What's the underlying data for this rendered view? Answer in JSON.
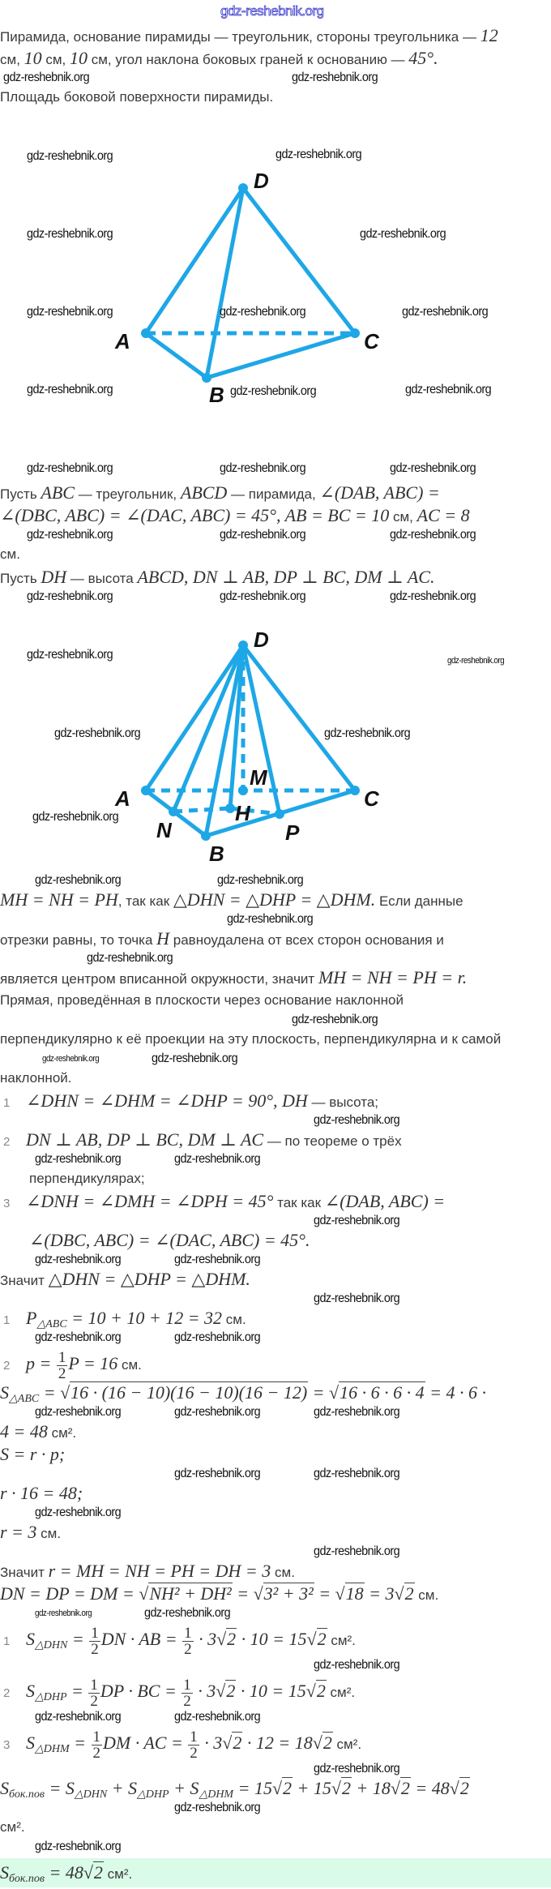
{
  "site_logo": "gdz-reshebnik.org",
  "watermark": "gdz-reshebnik.org",
  "accent_color": "#1ea7e6",
  "answer_bg": "#d9fbe8",
  "diagram1": {
    "labels": {
      "A": "A",
      "B": "B",
      "C": "C",
      "D": "D"
    }
  },
  "diagram2": {
    "labels": {
      "A": "A",
      "B": "B",
      "C": "C",
      "D": "D",
      "M": "M",
      "H": "H",
      "N": "N",
      "P": "P"
    }
  },
  "lines": [
    [
      [
        "t",
        "Пирамида, основание пирамиды — треугольник, стороны треугольника — "
      ],
      [
        "m",
        "12"
      ]
    ],
    [
      [
        "t",
        "см, "
      ],
      [
        "m",
        "10"
      ],
      [
        "t",
        " см, "
      ],
      [
        "m",
        "10"
      ],
      [
        "t",
        " см, угол наклона боковых граней к основанию — "
      ],
      [
        "m",
        "45°."
      ]
    ],
    [
      [
        "t",
        "Площадь боковой поверхности пирамиды."
      ]
    ],
    [
      [
        "t",
        "Пусть "
      ],
      [
        "m",
        "ABC"
      ],
      [
        "t",
        " — треугольник, "
      ],
      [
        "m",
        "ABCD"
      ],
      [
        "t",
        " — пирамида, "
      ],
      [
        "m",
        "∠(DAB, ABC) ="
      ]
    ],
    [
      [
        "m",
        "∠(DBC, ABC) = ∠(DAC, ABC) = 45°, AB = BC = 10"
      ],
      [
        "t",
        " см, "
      ],
      [
        "m",
        "AC = 8"
      ]
    ],
    [
      [
        "t",
        "см."
      ]
    ],
    [
      [
        "t",
        "Пусть "
      ],
      [
        "m",
        "DH"
      ],
      [
        "t",
        " — высота "
      ],
      [
        "m",
        "ABCD, DN ⊥ AB, DP ⊥ BC, DM ⊥ AC."
      ]
    ],
    [
      [
        "m",
        "MH = NH = PH"
      ],
      [
        "t",
        ", так как "
      ],
      [
        "m",
        "△DHN = △DHP = △DHM."
      ],
      [
        "t",
        " Если данные"
      ]
    ],
    [
      [
        "t",
        "отрезки равны, то точка "
      ],
      [
        "m",
        "H"
      ],
      [
        "t",
        " равноудалена от всех сторон основания и"
      ]
    ],
    [
      [
        "t",
        "является центром вписанной окружности, значит "
      ],
      [
        "m",
        "MH = NH = PH = r."
      ]
    ],
    [
      [
        "t",
        "Прямая, проведённая в плоскости через основание наклонной"
      ]
    ],
    [
      [
        "t",
        "перпендикулярно к её проекции на эту плоскость, перпендикулярна и к самой"
      ]
    ],
    [
      [
        "t",
        "наклонной."
      ]
    ],
    [
      [
        "num",
        "1"
      ],
      [
        "m",
        "∠DHN = ∠DHM = ∠DHP = 90°, DH"
      ],
      [
        "t",
        " — высота;"
      ]
    ],
    [
      [
        "num",
        "2"
      ],
      [
        "m",
        "DN ⊥ AB, DP ⊥ BC, DM ⊥ AC"
      ],
      [
        "t",
        " — по теореме о трёх"
      ]
    ],
    [
      [
        "t",
        "перпендикулярах;"
      ]
    ],
    [
      [
        "num",
        "3"
      ],
      [
        "m",
        "∠DNH = ∠DMH = ∠DPH = 45°"
      ],
      [
        "t",
        " так как "
      ],
      [
        "m",
        "∠(DAB, ABC) ="
      ]
    ],
    [
      [
        "m",
        "∠(DBC, ABC) = ∠(DAC, ABC) = 45°."
      ]
    ],
    [
      [
        "t",
        "Значит "
      ],
      [
        "m",
        "△DHN = △DHP = △DHM."
      ]
    ],
    [
      [
        "num",
        "1"
      ],
      [
        "m",
        "P"
      ],
      [
        "sub",
        "△ABC"
      ],
      [
        "m",
        " = 10 + 10 + 12 = 32"
      ],
      [
        "t",
        " см."
      ]
    ],
    [
      [
        "num",
        "2"
      ],
      [
        "m",
        "p = "
      ],
      [
        "frac",
        "1",
        "2"
      ],
      [
        "m",
        "P = 16"
      ],
      [
        "t",
        " см."
      ]
    ],
    [
      [
        "m",
        "S"
      ],
      [
        "sub",
        "△ABC"
      ],
      [
        "m",
        " = "
      ],
      [
        "sqrt",
        "16 · (16 − 10)(16 − 10)(16 − 12)"
      ],
      [
        "m",
        " = "
      ],
      [
        "sqrt",
        "16 · 6 · 6 · 4"
      ],
      [
        "m",
        " = 4 · 6 ·"
      ]
    ],
    [
      [
        "m",
        "4 = 48"
      ],
      [
        "t",
        " см²."
      ]
    ],
    [
      [
        "m",
        "S = r · p;"
      ]
    ],
    [
      [
        "m",
        "r · 16 = 48;"
      ]
    ],
    [
      [
        "m",
        "r = 3"
      ],
      [
        "t",
        " см."
      ]
    ],
    [
      [
        "t",
        "Значит "
      ],
      [
        "m",
        "r = MH = NH = PH = DH = 3"
      ],
      [
        "t",
        " см."
      ]
    ],
    [
      [
        "m",
        "DN = DP = DM = "
      ],
      [
        "sqrt",
        "NH² + DH²"
      ],
      [
        "m",
        " = "
      ],
      [
        "sqrt",
        "3² + 3²"
      ],
      [
        "m",
        " = "
      ],
      [
        "sqrt",
        "18"
      ],
      [
        "m",
        " = 3"
      ],
      [
        "sqrt",
        "2"
      ],
      [
        "t",
        " см."
      ]
    ],
    [
      [
        "num",
        "1"
      ],
      [
        "m",
        "S"
      ],
      [
        "sub",
        "△DHN"
      ],
      [
        "m",
        " = "
      ],
      [
        "frac",
        "1",
        "2"
      ],
      [
        "m",
        "DN · AB = "
      ],
      [
        "frac",
        "1",
        "2"
      ],
      [
        "m",
        " · 3"
      ],
      [
        "sqrt",
        "2"
      ],
      [
        "m",
        " · 10 = 15"
      ],
      [
        "sqrt",
        "2"
      ],
      [
        "t",
        " см²."
      ]
    ],
    [
      [
        "num",
        "2"
      ],
      [
        "m",
        "S"
      ],
      [
        "sub",
        "△DHP"
      ],
      [
        "m",
        " = "
      ],
      [
        "frac",
        "1",
        "2"
      ],
      [
        "m",
        "DP · BC = "
      ],
      [
        "frac",
        "1",
        "2"
      ],
      [
        "m",
        " · 3"
      ],
      [
        "sqrt",
        "2"
      ],
      [
        "m",
        " · 10 = 15"
      ],
      [
        "sqrt",
        "2"
      ],
      [
        "t",
        " см²."
      ]
    ],
    [
      [
        "num",
        "3"
      ],
      [
        "m",
        "S"
      ],
      [
        "sub",
        "△DHM"
      ],
      [
        "m",
        " = "
      ],
      [
        "frac",
        "1",
        "2"
      ],
      [
        "m",
        "DM · AC = "
      ],
      [
        "frac",
        "1",
        "2"
      ],
      [
        "m",
        " · 3"
      ],
      [
        "sqrt",
        "2"
      ],
      [
        "m",
        " · 12 = 18"
      ],
      [
        "sqrt",
        "2"
      ],
      [
        "t",
        " см²."
      ]
    ],
    [
      [
        "m",
        "S"
      ],
      [
        "sub",
        "бок.пов"
      ],
      [
        "m",
        " = S"
      ],
      [
        "sub",
        "△DHN"
      ],
      [
        "m",
        " + S"
      ],
      [
        "sub",
        "△DHP"
      ],
      [
        "m",
        " + S"
      ],
      [
        "sub",
        "△DHM"
      ],
      [
        "m",
        " = 15"
      ],
      [
        "sqrt",
        "2"
      ],
      [
        "m",
        " + 15"
      ],
      [
        "sqrt",
        "2"
      ],
      [
        "m",
        " + 18"
      ],
      [
        "sqrt",
        "2"
      ],
      [
        "m",
        " = 48"
      ],
      [
        "sqrt",
        "2"
      ]
    ],
    [
      [
        "t",
        "см²."
      ]
    ],
    [
      [
        "m",
        "S"
      ],
      [
        "sub",
        "бок.пов"
      ],
      [
        "m",
        " = 48"
      ],
      [
        "sqrt",
        "2"
      ],
      [
        "t",
        " см²."
      ]
    ]
  ]
}
